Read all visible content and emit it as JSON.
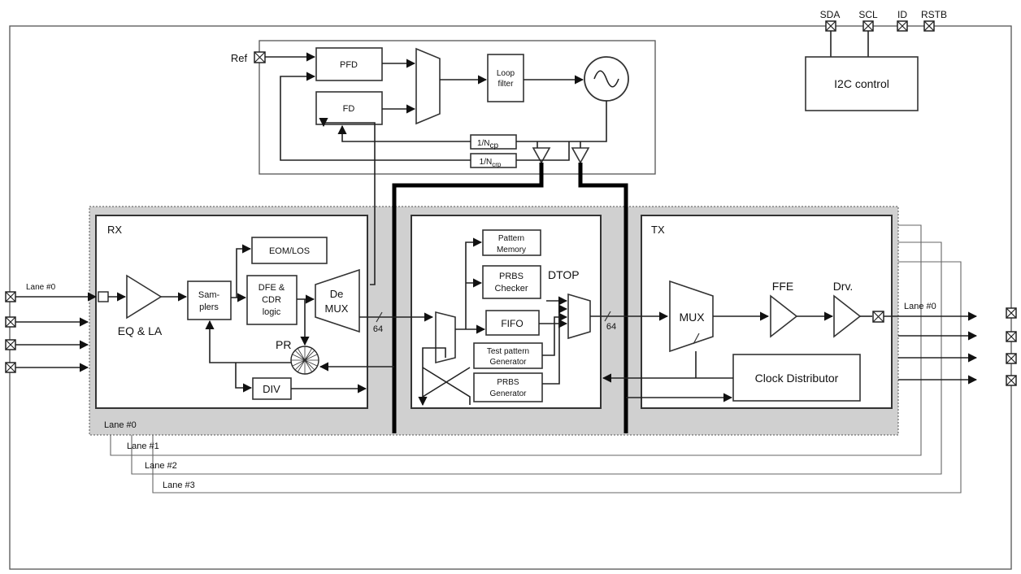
{
  "pins": {
    "sda": "SDA",
    "scl": "SCL",
    "id": "ID",
    "rstb": "RSTB",
    "ref": "Ref"
  },
  "pll": {
    "pfd": "PFD",
    "fd": "FD",
    "loop_filter_line1": "Loop",
    "loop_filter_line2": "filter",
    "div_cp": "1/N",
    "div_cp_sub": "cp",
    "div_crp": "1/N",
    "div_crp_sub": "crp"
  },
  "i2c": "I2C control",
  "rx": {
    "title": "RX",
    "lane_in": "Lane #0",
    "eq": "EQ & LA",
    "samplers_line1": "Sam-",
    "samplers_line2": "plers",
    "eom": "EOM/LOS",
    "dfe_line1": "DFE &",
    "dfe_line2": "CDR",
    "dfe_line3": "logic",
    "demux_line1": "De",
    "demux_line2": "MUX",
    "pr": "PR",
    "div": "DIV",
    "bus_width": "64"
  },
  "dtop": {
    "title": "DTOP",
    "pattern_line1": "Pattern",
    "pattern_line2": "Memory",
    "prbs_checker_line1": "PRBS",
    "prbs_checker_line2": "Checker",
    "fifo": "FIFO",
    "test_pattern_line1": "Test pattern",
    "test_pattern_line2": "Generator",
    "prbs_gen_line1": "PRBS",
    "prbs_gen_line2": "Generator",
    "bus_width": "64"
  },
  "tx": {
    "title": "TX",
    "mux": "MUX",
    "ffe": "FFE",
    "drv": "Drv.",
    "clock": "Clock Distributor",
    "lane_out": "Lane #0"
  },
  "lanes": [
    "Lane #0",
    "Lane #1",
    "Lane #2",
    "Lane #3"
  ]
}
